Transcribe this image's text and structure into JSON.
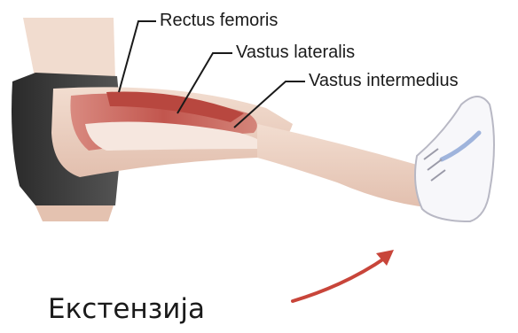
{
  "labels": {
    "rectus_femoris": "Rectus femoris",
    "vastus_lateralis": "Vastus lateralis",
    "vastus_intermedius": "Vastus intermedius"
  },
  "caption": "Екстензија",
  "colors": {
    "muscle": "#c2564e",
    "skin": "#f0d6c8",
    "shorts": "#3a3a3a",
    "arrow": "#c8453a"
  }
}
